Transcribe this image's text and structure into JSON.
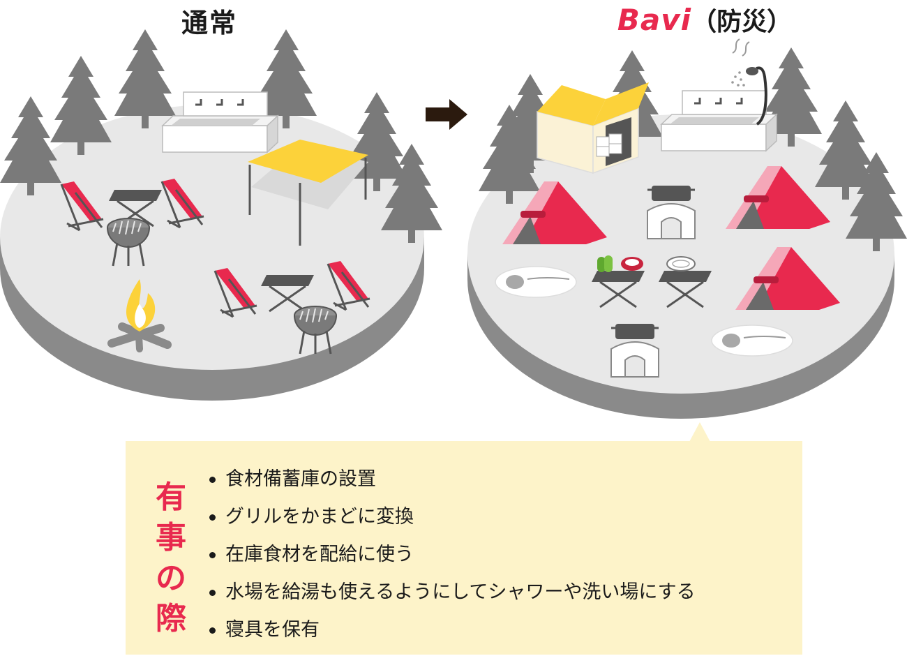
{
  "titles": {
    "normal": "通常",
    "brand": "Bavi",
    "disaster": "（防災）"
  },
  "callout": {
    "label_chars": [
      "有",
      "事",
      "の",
      "際"
    ],
    "items": [
      "食材備蓄庫の設置",
      "グリルをかまどに変換",
      "在庫食材を配給に使う",
      "水場を給湯も使えるようにしてシャワーや洗い場にする",
      "寝具を保有"
    ]
  },
  "colors": {
    "ground_top": "#e8e8e8",
    "ground_side": "#8a8a8a",
    "tree": "#7a7a7a",
    "tent_red": "#e8294e",
    "tent_pink": "#f5a7b8",
    "canopy_yellow": "#fcd23a",
    "callout_bg": "#fdf3c9",
    "accent_red": "#e8294e"
  }
}
